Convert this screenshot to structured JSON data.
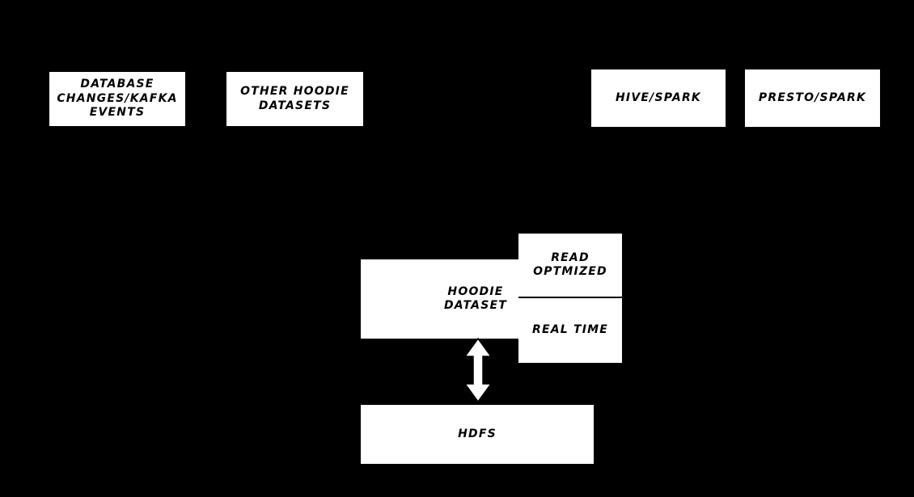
{
  "diagram": {
    "title": "Hoodie Dataset Architecture",
    "background_color": "#000000",
    "node_fill_color": "#ffffff",
    "node_text_color": "#000000",
    "arrow_fill_color": "#ffffff",
    "arrow_stroke_color": "#000000"
  },
  "sources": [
    {
      "id": "database-changes",
      "label": "Database\nChanges/Kafka\nEvents"
    },
    {
      "id": "other-hoodie",
      "label": "Other Hoodie\nDatasets"
    }
  ],
  "query_engines": [
    {
      "id": "hive-spark",
      "label": "Hive/Spark"
    },
    {
      "id": "presto-spark",
      "label": "Presto/Spark"
    }
  ],
  "dataset": {
    "id": "hoodie-dataset",
    "label": "Hoodie\nDataset",
    "views": [
      {
        "id": "read-optimized",
        "label": "Read\nOptmized"
      },
      {
        "id": "real-time",
        "label": "Real Time"
      }
    ]
  },
  "storage": {
    "id": "hdfs",
    "label": "HDFS"
  },
  "connectors": [
    {
      "id": "arrow-hoodie-hdfs",
      "name": "double-headed-arrow",
      "from": "hoodie-dataset",
      "to": "hdfs",
      "direction": "bidirectional"
    }
  ]
}
